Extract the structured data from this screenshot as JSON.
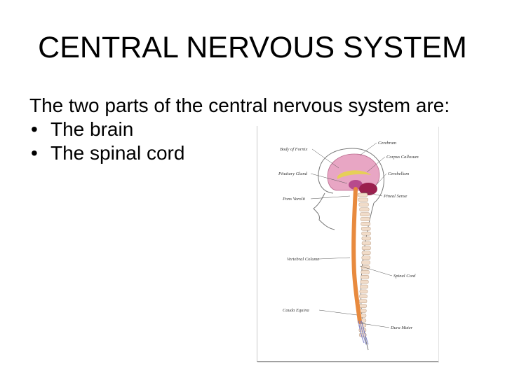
{
  "slide": {
    "title": "CENTRAL NERVOUS SYSTEM",
    "intro": "The two parts of the central nervous system are:",
    "bullet_marker": "•",
    "bullets": [
      "The brain",
      "The spinal cord"
    ]
  },
  "figure": {
    "labels_left": [
      "Body of Fornix",
      "Pituitary Gland",
      "Pons Varolii",
      "Vertebral Column",
      "Cauda Equina"
    ],
    "labels_right": [
      "Cerebrum",
      "Corpus Callosum",
      "Cerebellum",
      "Pineal Sense",
      "Spinal Cord",
      "Dura Mater"
    ],
    "colors": {
      "brain": "#e8a6c4",
      "corpus": "#e6cf58",
      "midbrain": "#b74a8c",
      "cerebellum": "#9b1f4e",
      "spinal_cord": "#e88a3e",
      "vertebrae": "#f1dcc9",
      "cauda": "#7b7fc8",
      "outline": "#555555"
    }
  }
}
